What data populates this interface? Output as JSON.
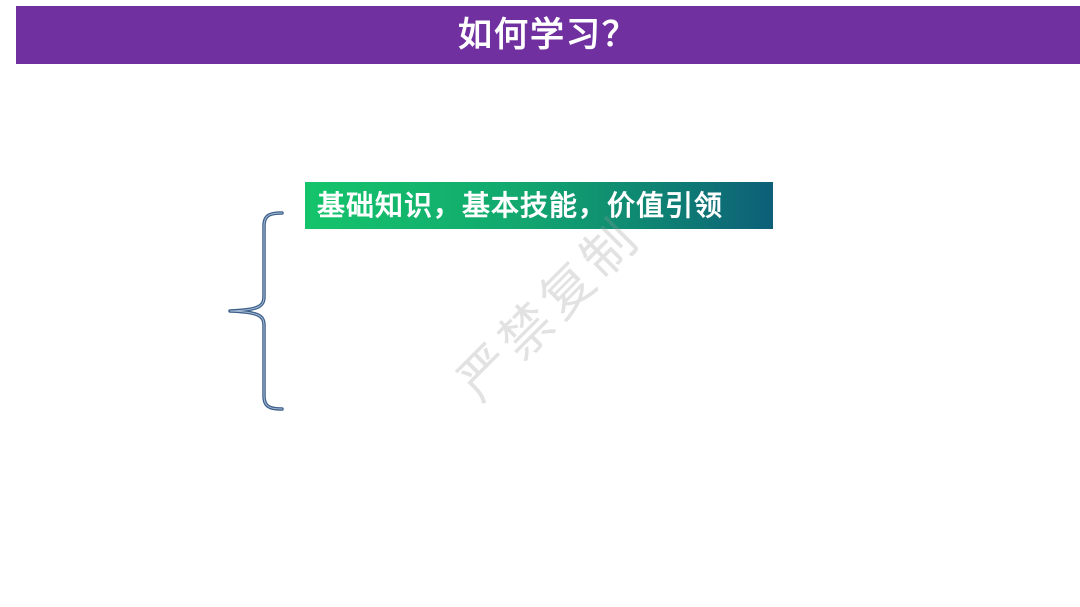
{
  "slide": {
    "title": "如何学习？",
    "items": [
      {
        "label": "基础知识，基本技能，价值引领"
      }
    ],
    "watermark": "严禁复制"
  },
  "colors": {
    "title_bar": "#7030a0",
    "brace": "#3d5f8a",
    "item_gradient_start": "#14c46b",
    "item_gradient_end": "#0d5f78"
  }
}
